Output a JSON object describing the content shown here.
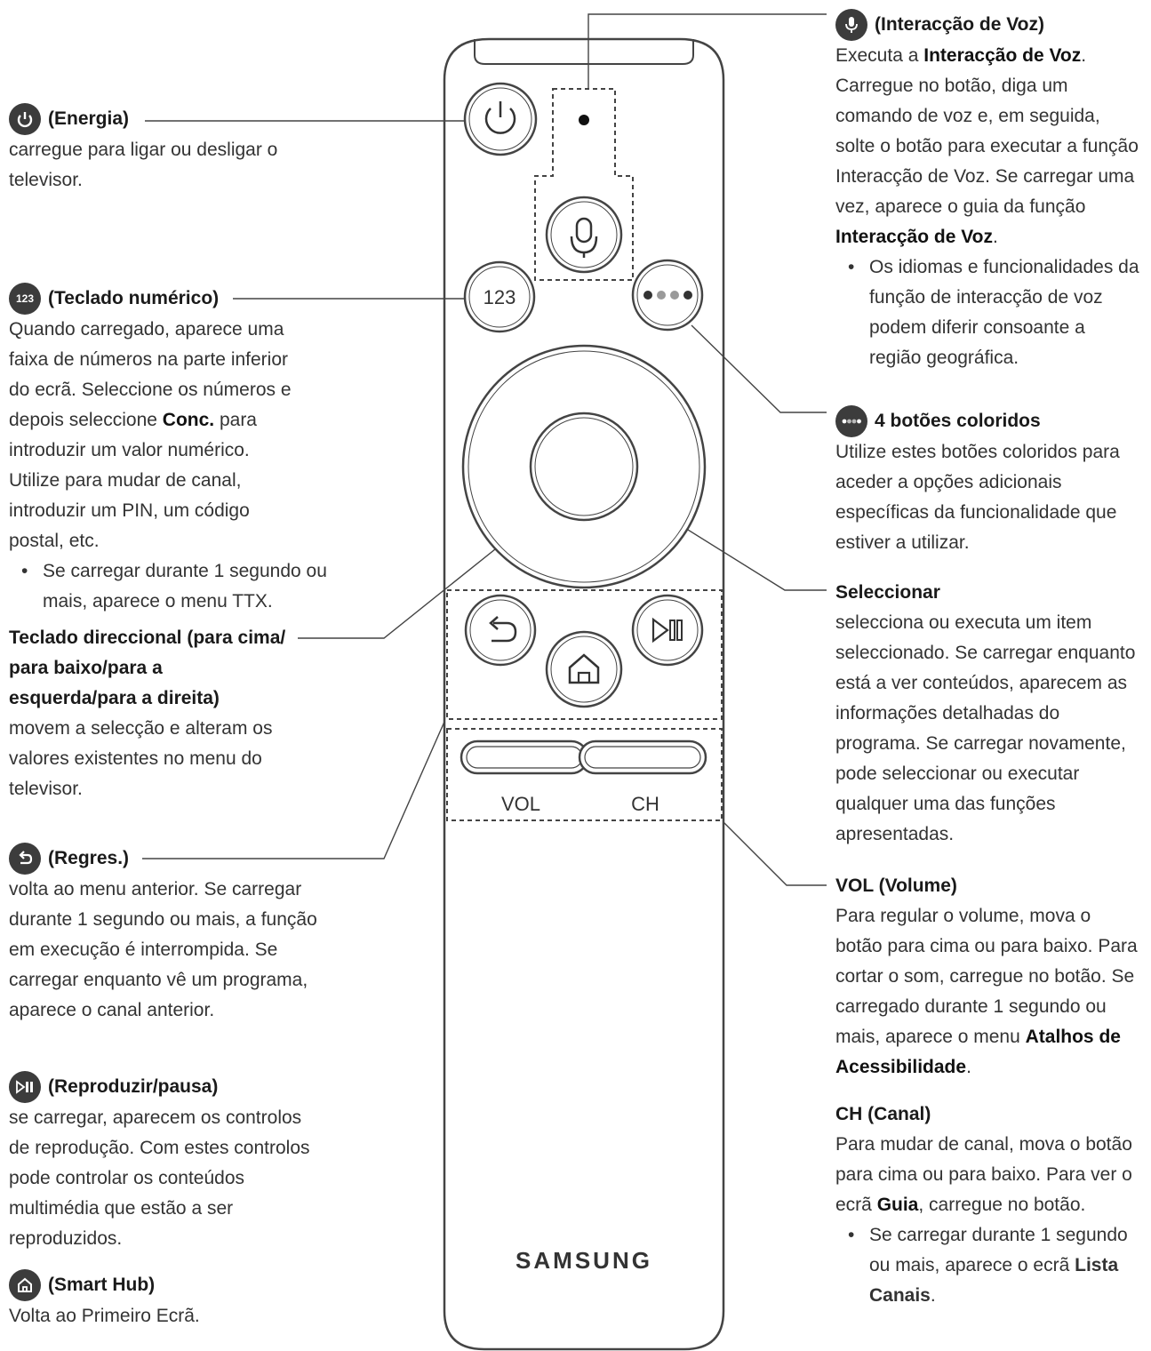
{
  "left": {
    "power": {
      "title": "(Energia)",
      "desc": "carregue para ligar ou desligar o televisor."
    },
    "numpad": {
      "badge": "123",
      "title": "(Teclado numérico)",
      "desc_a": "Quando carregado, aparece uma faixa de números na parte inferior do ecrã. Seleccione os números e depois seleccione ",
      "desc_bold": "Conc.",
      "desc_b": " para introduzir um valor numérico. Utilize para mudar de canal, introduzir um PIN, um código postal, etc.",
      "bullet": "Se carregar durante 1 segundo ou mais, aparece o menu TTX."
    },
    "dpad": {
      "title": "Teclado direccional (para cima/ para baixo/para a esquerda/para a direita)",
      "desc": "movem a selecção e alteram os valores existentes no menu do televisor."
    },
    "back": {
      "title": "(Regres.)",
      "desc": "volta ao menu anterior. Se carregar durante 1 segundo ou mais, a função em execução é interrompida. Se carregar enquanto vê um programa, aparece o canal anterior."
    },
    "play": {
      "title": "(Reproduzir/pausa)",
      "desc": "se carregar, aparecem os controlos de reprodução. Com estes controlos pode controlar os conteúdos multimédia que estão a ser reproduzidos."
    },
    "home": {
      "title": "(Smart Hub)",
      "desc": "Volta ao Primeiro Ecrã."
    }
  },
  "right": {
    "voice": {
      "title": "(Interacção de Voz)",
      "d1": "Executa a ",
      "d1b": "Interacção de Voz",
      "d2": ". Carregue no botão, diga um comando de voz e, em seguida, solte o botão para executar a função Interacção de Voz. Se carregar uma vez, aparece o guia da função ",
      "d2b": "Interacção de Voz",
      "d3": ".",
      "bullet": "Os idiomas e funcionalidades da função de interacção de voz podem diferir consoante a região geográfica."
    },
    "color": {
      "title": "4 botões coloridos",
      "desc": "Utilize estes botões coloridos para aceder a opções adicionais específicas da funcionalidade que estiver a utilizar."
    },
    "select": {
      "title": "Seleccionar",
      "desc": "selecciona ou executa um item seleccionado. Se carregar enquanto está a ver conteúdos, aparecem as informações detalhadas do programa. Se carregar novamente, pode seleccionar ou executar qualquer uma das funções apresentadas."
    },
    "vol": {
      "title": "VOL (Volume)",
      "d1": "Para regular o volume, mova o botão para cima ou para baixo. Para cortar o som, carregue no botão. Se carregado durante 1 segundo ou mais, aparece o menu ",
      "d1b": "Atalhos de Acessibilidade",
      "d2": "."
    },
    "ch": {
      "title": "CH (Canal)",
      "d1": "Para mudar de canal, mova o botão para cima ou para baixo. Para ver o ecrã ",
      "d1b": "Guia",
      "d2": ", carregue no botão.",
      "b1": "Se carregar durante 1 segundo ou mais, aparece o ecrã ",
      "b1b": "Lista Canais",
      "b2": "."
    }
  },
  "remote": {
    "num_label": "123",
    "vol_label": "VOL",
    "ch_label": "CH",
    "brand": "SAMSUNG"
  }
}
